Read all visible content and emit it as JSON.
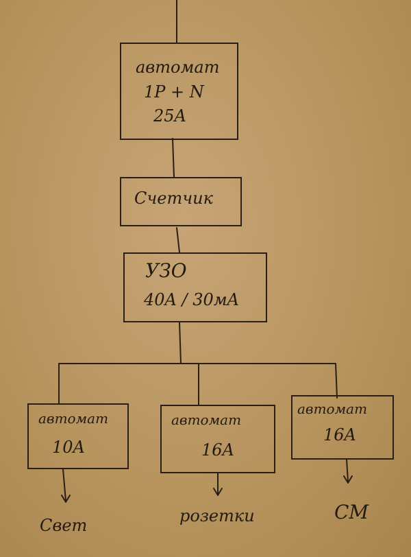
{
  "main_breaker": {
    "title": "автомат",
    "line1": "1P + N",
    "line2": "25A"
  },
  "meter": {
    "label": "Счетчик"
  },
  "rcd": {
    "title": "УЗО",
    "rating": "40A / 30мA"
  },
  "branches": [
    {
      "title": "автомат",
      "rating": "10A",
      "load": "Свет"
    },
    {
      "title": "автомат",
      "rating": "16A",
      "load": "розетки"
    },
    {
      "title": "автомат",
      "rating": "16A",
      "load": "СМ"
    }
  ]
}
